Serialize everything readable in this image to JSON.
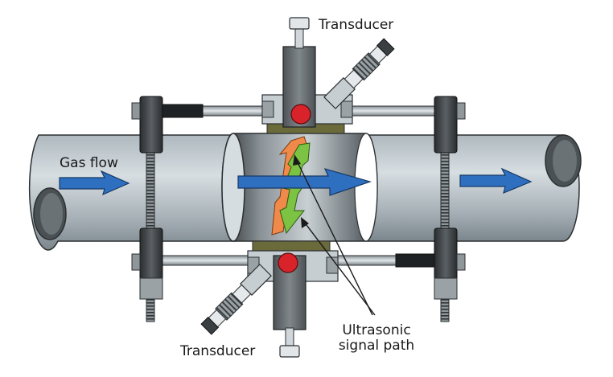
{
  "labels": {
    "transducer_top": "Transducer",
    "transducer_bottom": "Transducer",
    "gas_flow": "Gas flow",
    "signal_path_line1": "Ultrasonic",
    "signal_path_line2": "signal path"
  },
  "colors": {
    "pipe_light": "#c9d2d7",
    "pipe_dark": "#6e7a80",
    "flow_arrow": "#2f6fc0",
    "signal_green": "#7cc243",
    "signal_orange": "#f08a4b",
    "marker_red": "#d8232a",
    "clamp_dark": "#3a3f42",
    "mount_olive": "#6b6a3a"
  }
}
